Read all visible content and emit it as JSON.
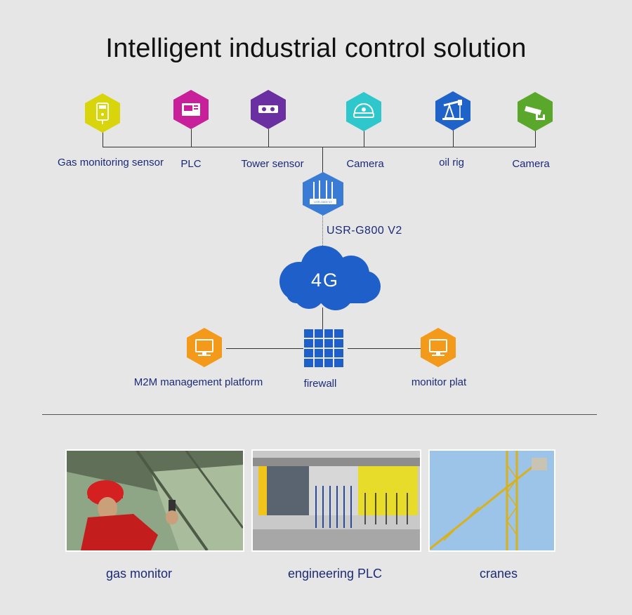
{
  "title": "Intelligent industrial control solution",
  "devices": [
    {
      "label": "Gas monitoring sensor",
      "icon": "gas-sensor-icon",
      "color": "#d8d50d"
    },
    {
      "label": "PLC",
      "icon": "plc-icon",
      "color": "#c8209a"
    },
    {
      "label": "Tower sensor",
      "icon": "tower-sensor-icon",
      "color": "#6a2fa0"
    },
    {
      "label": "Camera",
      "icon": "dome-camera-icon",
      "color": "#2ec7cc"
    },
    {
      "label": "oil rig",
      "icon": "oil-rig-icon",
      "color": "#1f63c9"
    },
    {
      "label": "Camera",
      "icon": "security-camera-icon",
      "color": "#5aa82b"
    }
  ],
  "router": {
    "label": "USR-G800 V2",
    "screen_text": "USR-G800 V2",
    "icon": "router-icon",
    "color": "#3a7bd5"
  },
  "network": {
    "label": "4G",
    "color": "#1f5fc9"
  },
  "platforms": [
    {
      "label": "M2M management platform",
      "icon": "monitor-icon",
      "color": "#f39a1b"
    },
    {
      "label": "firewall",
      "icon": "firewall-icon",
      "color": "#1f5fc9"
    },
    {
      "label": "monitor plat",
      "icon": "monitor-icon",
      "color": "#f39a1b"
    }
  ],
  "applications": [
    {
      "caption": "gas monitor"
    },
    {
      "caption": "engineering PLC"
    },
    {
      "caption": "cranes"
    }
  ]
}
